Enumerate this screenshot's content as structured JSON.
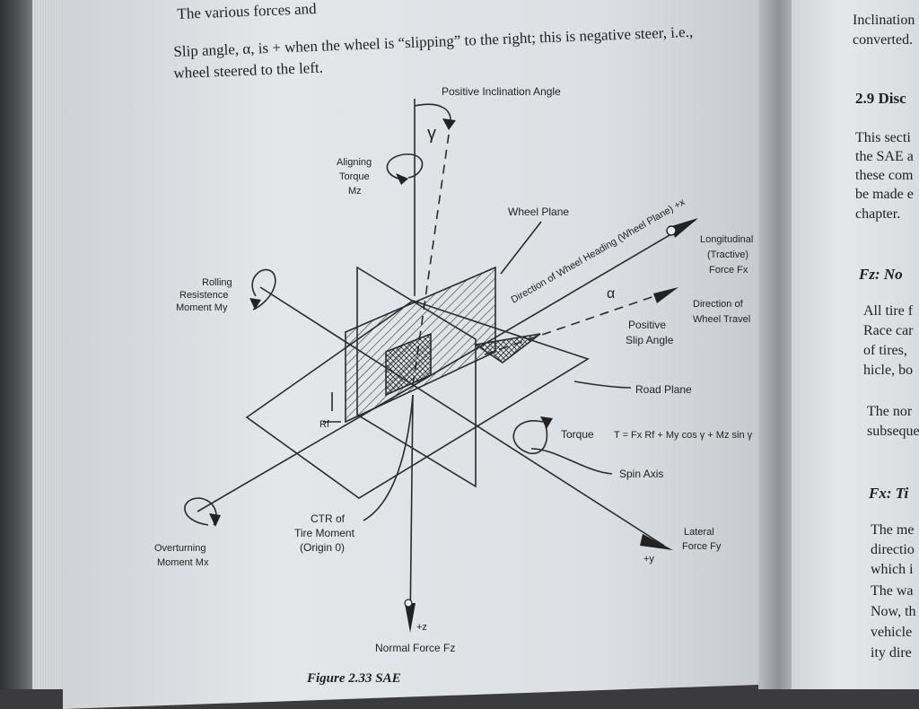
{
  "left_page": {
    "line1": "The various forces and",
    "line2": "Slip angle, α, is + when the wheel is “slipping” to the right; this is negative steer, i.e.,",
    "line3": "wheel steered to the left.",
    "caption": "Figure 2.33  SAE"
  },
  "diagram": {
    "positive_inclination_angle": "Positive Inclination Angle",
    "gamma": "γ",
    "aligning_torque_1": "Aligning",
    "aligning_torque_2": "Torque",
    "aligning_torque_3": "Mz",
    "wheel_plane": "Wheel Plane",
    "direction_of_wheel_heading": "Direction of Wheel Heading (Wheel Plane) +x",
    "longitudinal_1": "Longitudinal",
    "longitudinal_2": "(Tractive)",
    "longitudinal_3": "Force Fx",
    "rolling_1": "Rolling",
    "rolling_2": "Resistence",
    "rolling_3": "Moment My",
    "alpha": "α",
    "direction_of_travel_1": "Direction of",
    "direction_of_travel_2": "Wheel Travel",
    "positive_slip_1": "Positive",
    "positive_slip_2": "Slip Angle",
    "road_plane": "Road Plane",
    "rf": "Rf",
    "torque_label": "Torque",
    "torque_equation": "T = Fx Rf + My cos γ + Mz sin γ",
    "spin_axis": "Spin Axis",
    "ctr_1": "CTR of",
    "ctr_2": "Tire Moment",
    "ctr_3": "(Origin 0)",
    "lateral_1": "Lateral",
    "lateral_2": "Force Fy",
    "plus_y": "+y",
    "overturning_1": "Overturning",
    "overturning_2": "Moment Mx",
    "plus_z": "+z",
    "normal_force": "Normal Force Fz"
  },
  "right_page": {
    "r1": "Inclination",
    "r2": "converted.",
    "heading_29": "2.9 Disc",
    "p1": "This secti",
    "p2": "the SAE a",
    "p3": "these com",
    "p4": "be made e",
    "p5": "chapter.",
    "fz_heading": "Fz: No",
    "q1": "All tire f",
    "q2": "Race car",
    "q3": "of tires,",
    "q4": "hicle, bo",
    "q5": "The nor",
    "q6": "subseque",
    "fx_heading": "Fx: Ti",
    "s1": "The me",
    "s2": "directio",
    "s3": "which i",
    "s4": "The wa",
    "s5": "Now, th",
    "s6": "vehicle",
    "s7": "ity dire"
  }
}
